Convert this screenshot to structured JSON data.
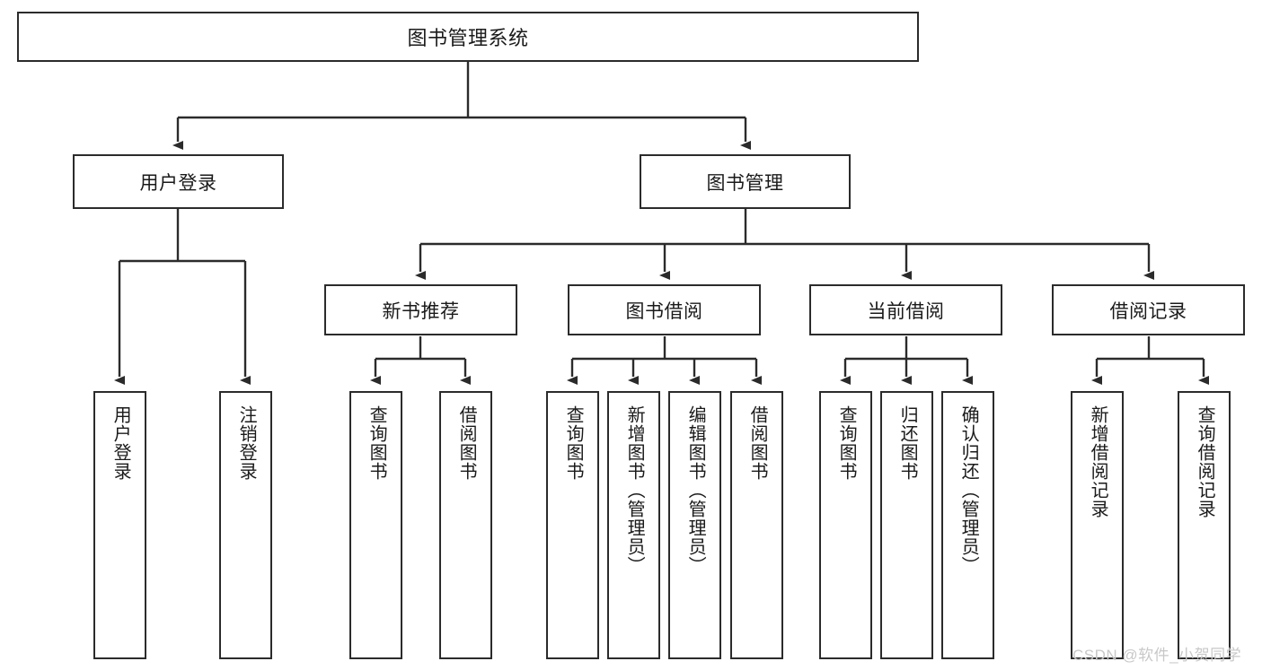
{
  "diagram": {
    "title_node": {
      "label": "图书管理系统"
    },
    "level1": [
      {
        "label": "用户登录"
      },
      {
        "label": "图书管理"
      }
    ],
    "level2": [
      {
        "label": "新书推荐"
      },
      {
        "label": "图书借阅"
      },
      {
        "label": "当前借阅"
      },
      {
        "label": "借阅记录"
      }
    ],
    "leaves": {
      "user_login": [
        {
          "label": "用户登录"
        },
        {
          "label": "注销登录"
        }
      ],
      "new_book": [
        {
          "label": "查询图书"
        },
        {
          "label": "借阅图书"
        }
      ],
      "borrow_book": [
        {
          "label": "查询图书"
        },
        {
          "label": "新增图书（管理员）"
        },
        {
          "label": "编辑图书（管理员）"
        },
        {
          "label": "借阅图书"
        }
      ],
      "current_borrow": [
        {
          "label": "查询图书"
        },
        {
          "label": "归还图书"
        },
        {
          "label": "确认归还（管理员）"
        }
      ],
      "borrow_record": [
        {
          "label": "新增借阅记录"
        },
        {
          "label": "查询借阅记录"
        }
      ]
    }
  },
  "watermark": {
    "text": "CSDN @软件_小贺同学"
  },
  "colors": {
    "stroke": "#2b2b2b",
    "fill": "#ffffff",
    "text": "#1a1a1a",
    "watermark": "#c8c8c8"
  }
}
